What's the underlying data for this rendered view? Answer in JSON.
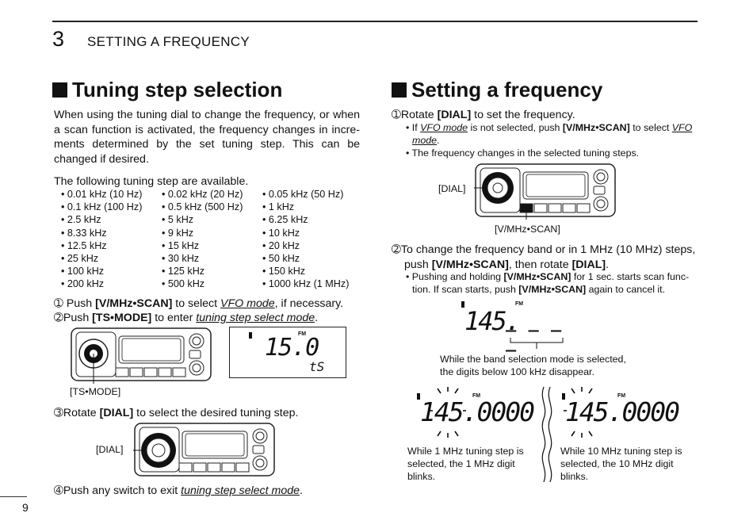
{
  "header": {
    "chapter_number": "3",
    "chapter_title": "SETTING A FREQUENCY"
  },
  "left": {
    "title": "Tuning step selection",
    "intro": "When using the tuning dial to change the frequency, or when a scan function is activated, the frequency changes in incre-ments determined by the set tuning step. This can be changed if desired.",
    "steps_intro": "The following tuning step are available.",
    "steps_rows": [
      [
        "• 0.01 kHz (10 Hz)",
        "• 0.02 kHz (20 Hz)",
        "• 0.05 kHz (50 Hz)"
      ],
      [
        "• 0.1 kHz (100 Hz)",
        "• 0.5 kHz (500 Hz)",
        "• 1 kHz"
      ],
      [
        "• 2.5 kHz",
        "• 5 kHz",
        "• 6.25 kHz"
      ],
      [
        "• 8.33 kHz",
        "• 9 kHz",
        "• 10 kHz"
      ],
      [
        "• 12.5 kHz",
        "• 15 kHz",
        "• 20 kHz"
      ],
      [
        "• 25 kHz",
        "• 30 kHz",
        "• 50 kHz"
      ],
      [
        "• 100 kHz",
        "• 125 kHz",
        "• 150 kHz"
      ],
      [
        "• 200 kHz",
        "• 500 kHz",
        "• 1000 kHz (1 MHz)"
      ]
    ],
    "step1": {
      "num": "➀",
      "pre": " Push ",
      "key": "[V/MHz•SCAN]",
      "mid": " to select ",
      "link": "VFO mode",
      "post": ", if necessary."
    },
    "step2": {
      "num": "➁",
      "pre": "Push ",
      "key": "[TS•MODE]",
      "mid": " to enter ",
      "link": "tuning step select mode",
      "post": "."
    },
    "ts_mode_label": "[TS•MODE]",
    "lcd1": {
      "fm": "FM",
      "freq": "15.0",
      "sub": "tS"
    },
    "step3": {
      "num": "➂",
      "pre": "Rotate ",
      "key": "[DIAL]",
      "post": " to select the desired tuning step."
    },
    "dial_label": "[DIAL]",
    "step4": {
      "num": "➃",
      "pre": "Push any switch to exit ",
      "link": "tuning step select mode",
      "post": "."
    }
  },
  "right": {
    "title": "Setting a frequency",
    "step1": {
      "num": "➀",
      "pre": "Rotate ",
      "key": "[DIAL]",
      "post": " to set the frequency."
    },
    "bullet1": {
      "pre": "• If ",
      "link1": "VFO mode",
      "mid": " is not selected, push ",
      "key": "[V/MHz•SCAN]",
      "mid2": " to select ",
      "link2": "VFO",
      "link3": "mode",
      "post": "."
    },
    "bullet2": "• The frequency changes in the selected tuning steps.",
    "dial_label": "[DIAL]",
    "vmhz_label": "[V/MHz•SCAN]",
    "step2": {
      "num": "➁",
      "pre": "To change the frequency band or in 1 MHz (10 MHz) steps,",
      "pre2": "push ",
      "key": "[V/MHz•SCAN]",
      "mid": ", then rotate ",
      "key2": "[DIAL]",
      "post": "."
    },
    "bullet3": {
      "pre": "• Pushing and holding ",
      "key": "[V/MHz•SCAN]",
      "post": " for 1 sec. starts scan func-",
      "line2_pre": "tion. If scan starts, push ",
      "key2": "[V/MHz•SCAN]",
      "line2_post": " again to cancel it."
    },
    "lcd_band": {
      "fm": "FM",
      "freq": "145.",
      "dashes": "_ _ _ _"
    },
    "band_note_1": "While the band selection mode is selected,",
    "band_note_2": "the digits below 100 kHz disappear.",
    "lcd_1mhz": {
      "fm": "FM",
      "freq": "145.0000"
    },
    "lcd_10mhz": {
      "fm": "FM",
      "freq": "145.0000"
    },
    "note_1mhz": [
      "While 1 MHz tuning step is",
      "selected, the 1 MHz digit",
      "blinks."
    ],
    "note_10mhz": [
      "While 10 MHz tuning step is",
      "selected, the 10 MHz digit",
      "blinks."
    ]
  },
  "footer": {
    "page_number": "9"
  }
}
